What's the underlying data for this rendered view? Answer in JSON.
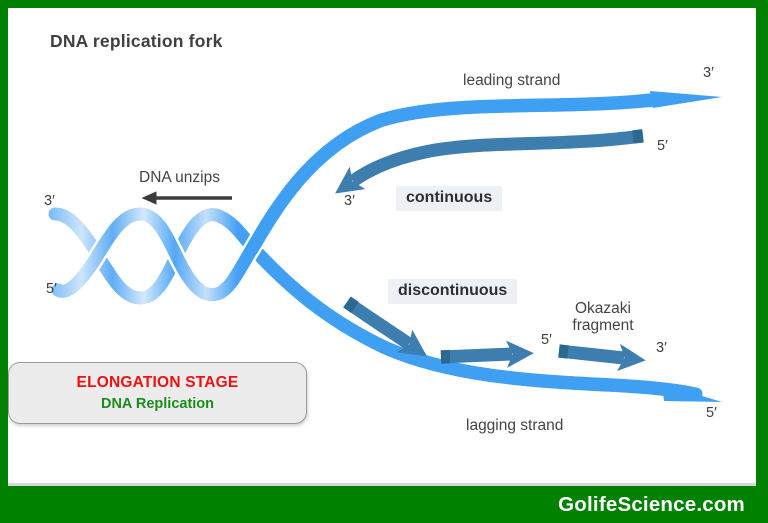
{
  "frame": {
    "border_color": "#018101",
    "paper_color": "#ffffff"
  },
  "title": "DNA replication fork",
  "diagram": {
    "labels": {
      "leading_strand": "leading strand",
      "lagging_strand": "lagging strand",
      "continuous": "continuous",
      "discontinuous": "discontinuous",
      "dna_unzips": "DNA unzips",
      "okazaki_line1": "Okazaki",
      "okazaki_line2": "fragment"
    },
    "primes": {
      "helix_3": "3′",
      "helix_5": "5′",
      "leading_3": "3′",
      "continuous_5": "5′",
      "continuous_3": "3′",
      "okazaki_5": "5′",
      "okazaki_3": "3′",
      "lagging_5": "5′"
    },
    "colors": {
      "template_strand_blue": "#3f9ff3",
      "helix_light_blue": "#cde5fc",
      "new_strand_arrow": "#3e7eae",
      "arrow_start_tab": "#2d6890",
      "unzip_arrow": "#3b3b3b",
      "mode_label_bg": "#edf1f6",
      "text_gray": "#434446"
    }
  },
  "stage_box": {
    "line1": "ELONGATION STAGE",
    "line2": "DNA Replication",
    "line1_color": "#ee1111",
    "line2_color": "#1d8c1d"
  },
  "footer": {
    "site": "GolifeScience.com",
    "bar_color": "#018101"
  }
}
